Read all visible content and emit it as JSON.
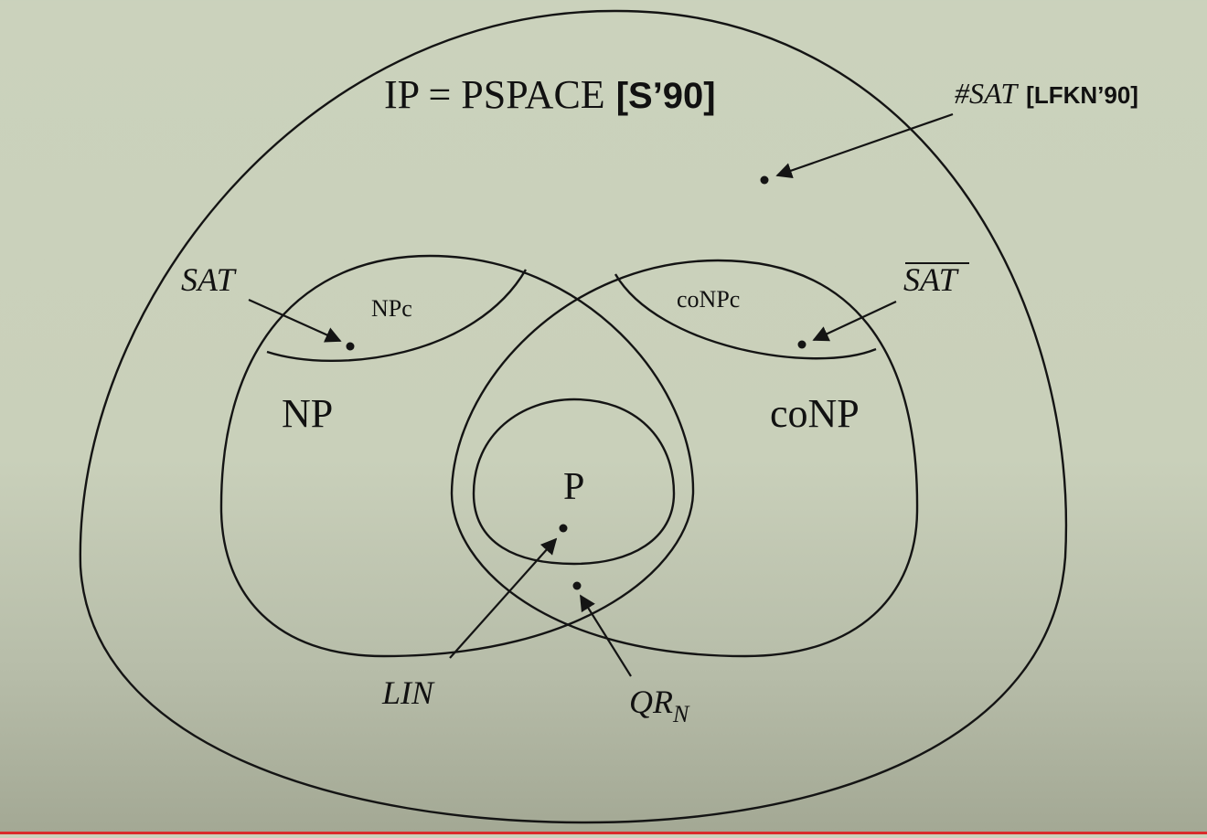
{
  "title": {
    "equation": "IP = PSPACE",
    "citation": "[S’90]"
  },
  "labels": {
    "np": "NP",
    "conp": "coNP",
    "p": "P",
    "npc": "NPc",
    "conpc": "coNPc"
  },
  "problems": {
    "sharp_sat": "#SAT",
    "sharp_sat_citation": "[LFKN’90]",
    "sat": "SAT",
    "sat_complement": "SAT",
    "lin": "LIN",
    "qr_base": "QR",
    "qr_subscript": "N"
  },
  "colors": {
    "background": "#cbd2bc",
    "ink": "#141414",
    "bottom_bar": "#d92b2b"
  }
}
